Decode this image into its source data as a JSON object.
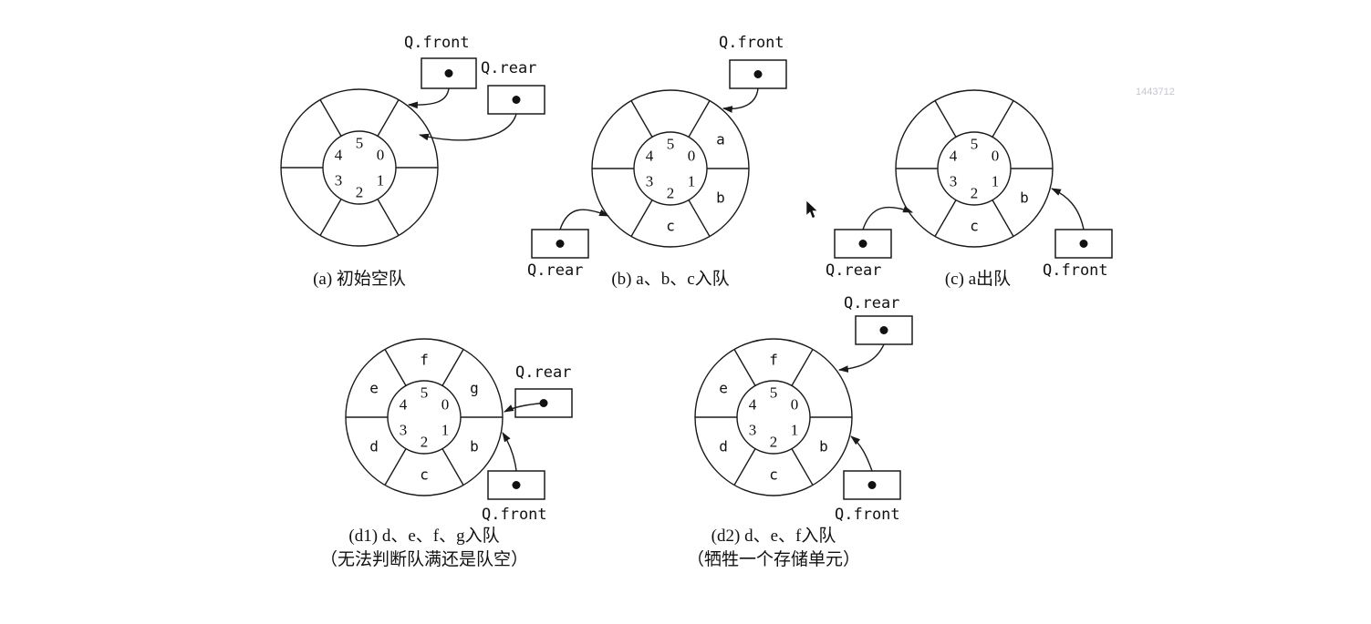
{
  "watermark": "1443712",
  "wheel": {
    "numbers": {
      "n0": "0",
      "n1": "1",
      "n2": "2",
      "n3": "3",
      "n4": "4",
      "n5": "5"
    }
  },
  "pointers": {
    "front": "Q.front",
    "rear": "Q.rear"
  },
  "diagrams": {
    "a": {
      "caption": "(a) 初始空队"
    },
    "b": {
      "caption": "(b) a、b、c入队",
      "cells": {
        "s0": "a",
        "s1": "b",
        "s2": "c"
      }
    },
    "c": {
      "caption": "(c) a出队",
      "cells": {
        "s1": "b",
        "s2": "c"
      }
    },
    "d1": {
      "caption": "(d1) d、e、f、g入队",
      "note": "（无法判断队满还是队空）",
      "cells": {
        "s0": "g",
        "s1": "b",
        "s2": "c",
        "s3": "d",
        "s4": "e",
        "s5": "f"
      }
    },
    "d2": {
      "caption": "(d2) d、e、f入队",
      "note": "（牺牲一个存储单元）",
      "cells": {
        "s1": "b",
        "s2": "c",
        "s3": "d",
        "s4": "e",
        "s5": "f"
      }
    }
  }
}
